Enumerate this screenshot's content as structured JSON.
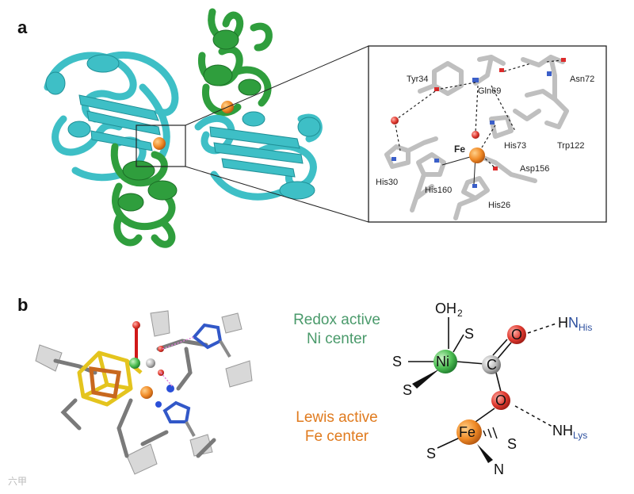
{
  "panels": {
    "a": "a",
    "b": "b"
  },
  "inset_labels": {
    "tyr34": "Tyr34",
    "gln69": "Gln69",
    "asn72": "Asn72",
    "his73": "His73",
    "trp122": "Trp122",
    "asp156": "Asp156",
    "his30": "His30",
    "his160": "His160",
    "his26": "His26",
    "fe": "Fe"
  },
  "captions": {
    "redox_line1": "Redox active",
    "redox_line2": "Ni center",
    "lewis_line1": "Lewis active",
    "lewis_line2": "Fe center"
  },
  "scheme": {
    "oh": "OH",
    "oh_sub": "2",
    "ni": "Ni",
    "fe": "Fe",
    "c": "C",
    "o": "O",
    "s": "S",
    "n": "N",
    "h": "H",
    "n_his": "N",
    "his": "His",
    "n_lys": "N",
    "lys": "Lys"
  },
  "watermark": "六甲",
  "colors": {
    "cyan": "#3ebfc6",
    "green": "#2f9e3d",
    "iron": "#e67a20",
    "nickel": "#36b24a",
    "oxygen": "#dd2a2a",
    "redox_text": "#4a9a6b",
    "lewis_text": "#e07b1f",
    "nh_blue": "#2c4f9e"
  }
}
